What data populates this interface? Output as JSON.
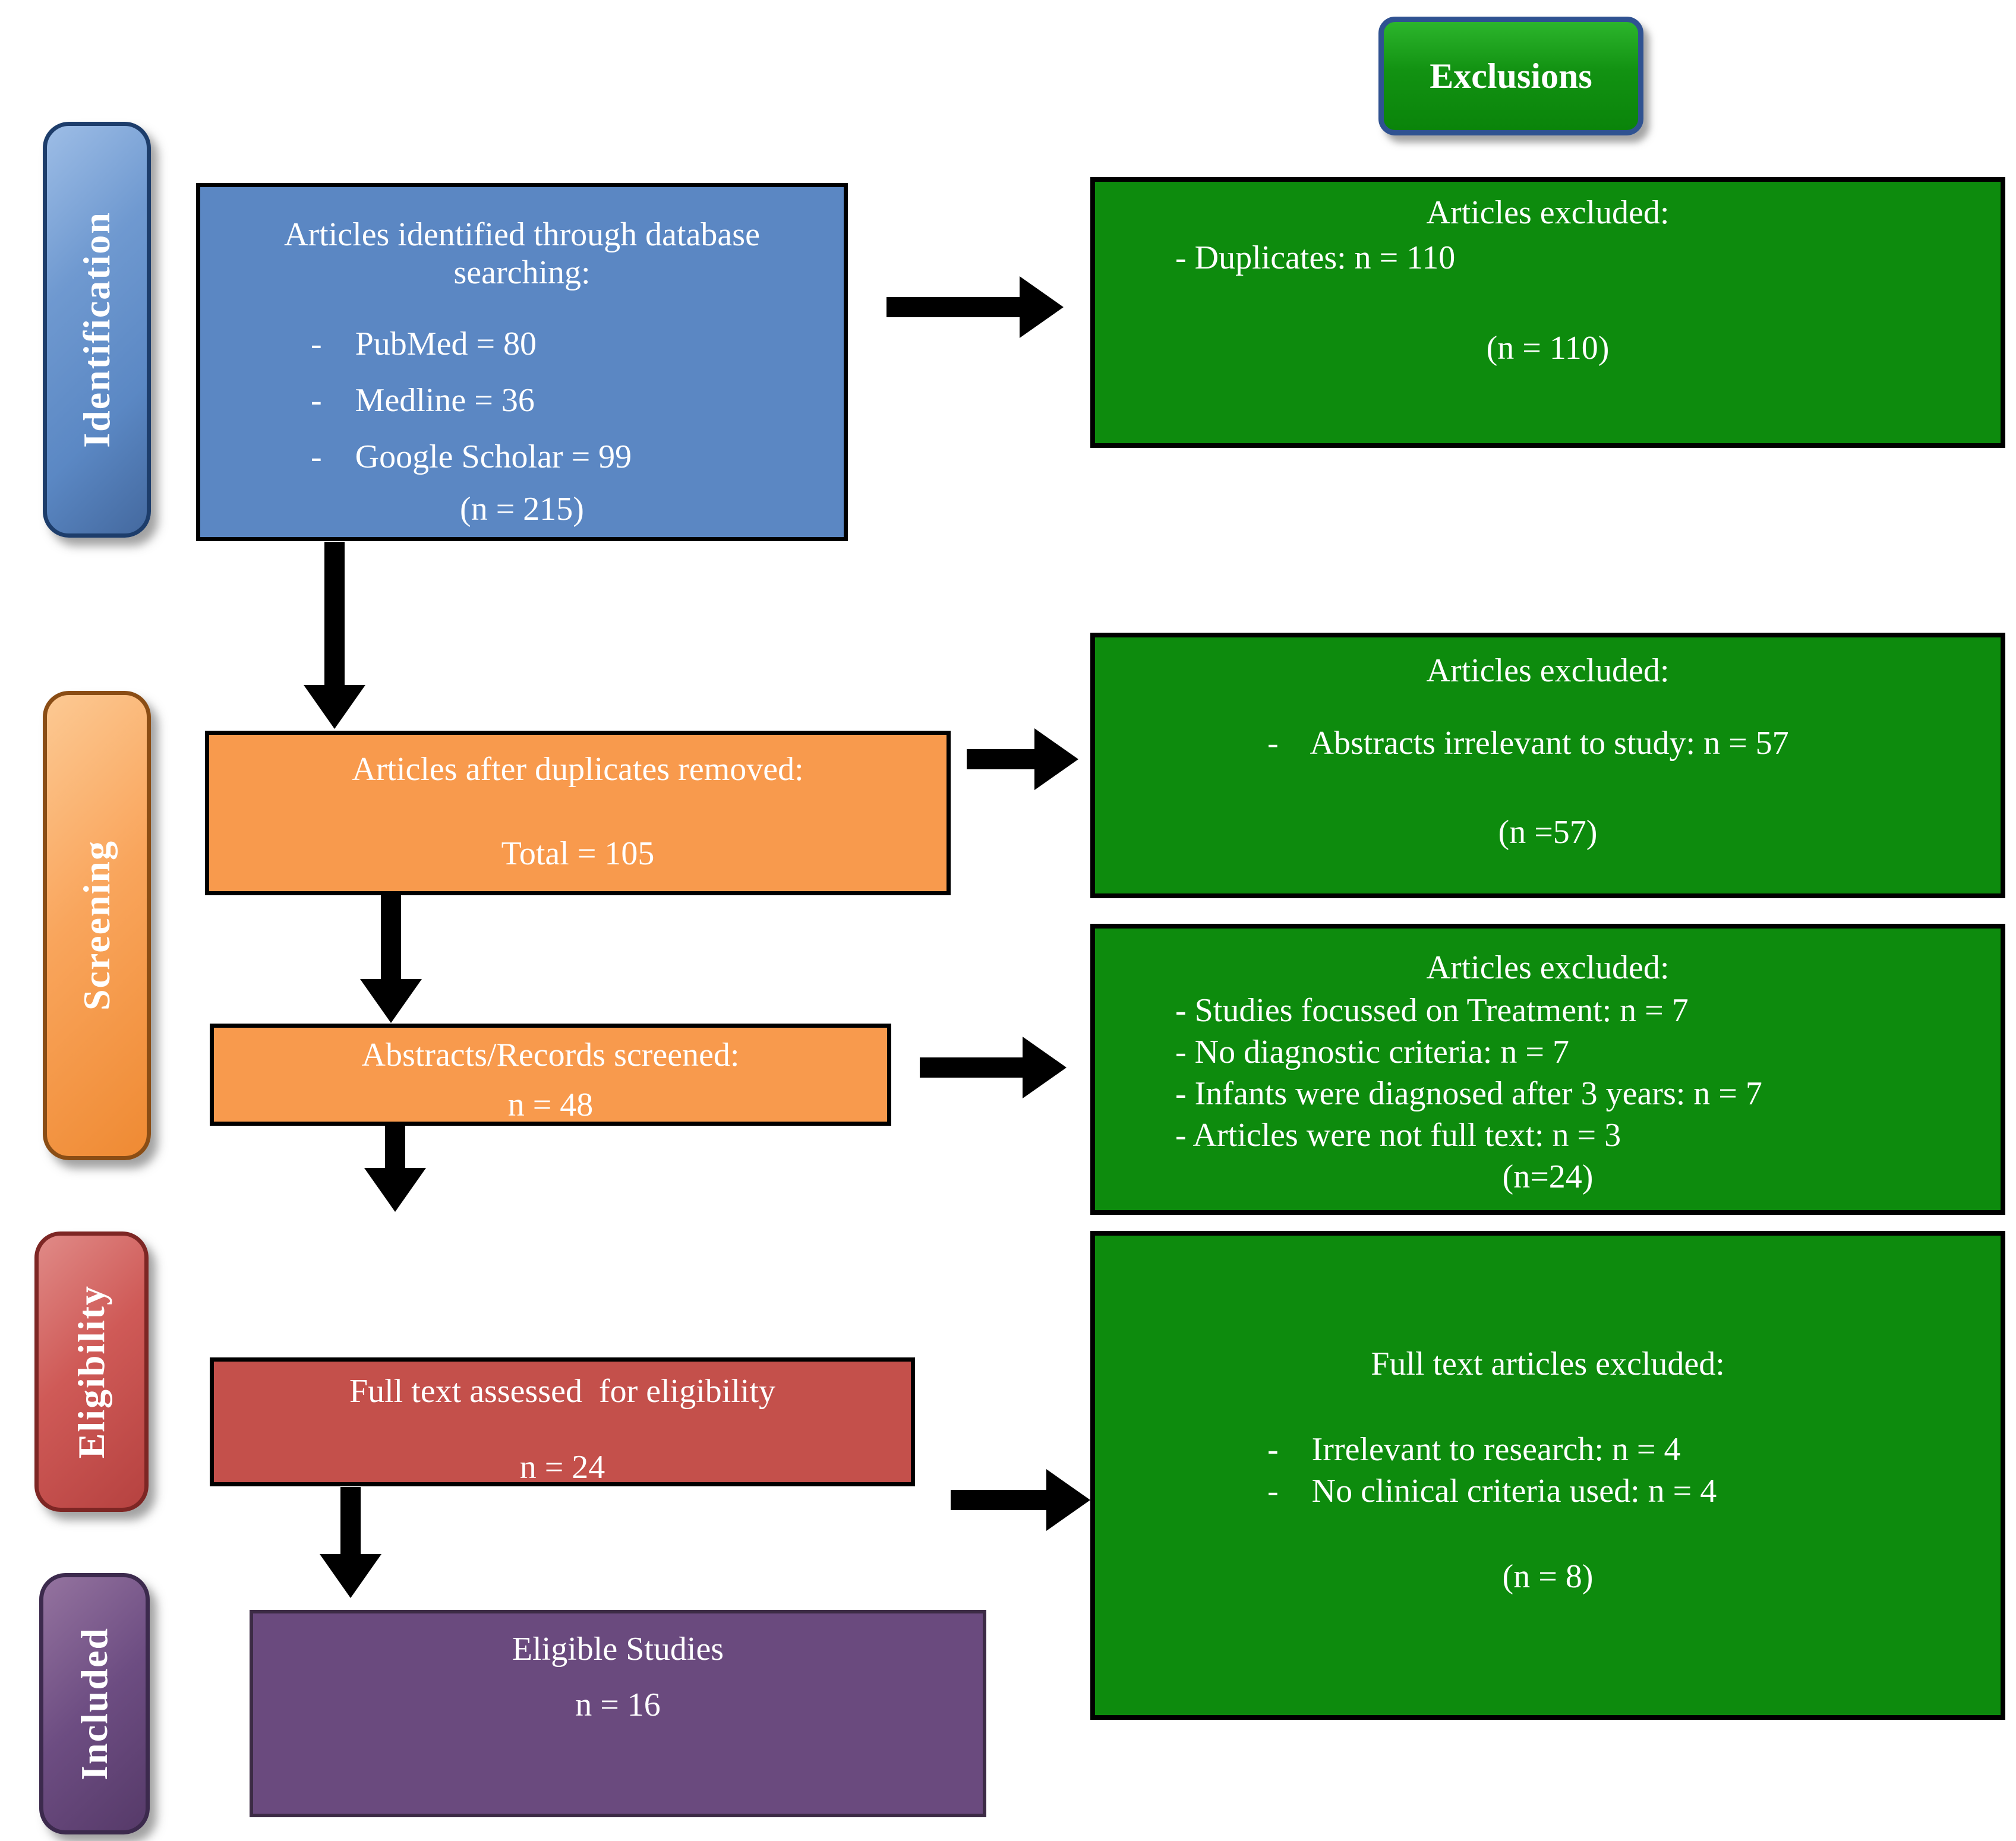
{
  "sidebar": {
    "stages": [
      {
        "label": "Identification",
        "fill": "#5b88c4",
        "border": "#1d3d6b"
      },
      {
        "label": "Screening",
        "fill": "#f9a55c",
        "border": "#8a4d15"
      },
      {
        "label": "Eligibility",
        "fill": "#cf5a57",
        "border": "#7d2624"
      },
      {
        "label": "Included",
        "fill": "#6d4d82",
        "border": "#3c2a4d"
      }
    ]
  },
  "flow": {
    "identification_box": {
      "heading": "Articles identified through database searching:",
      "items": [
        "-    PubMed = 80",
        "-    Medline = 36",
        "-    Google Scholar = 99"
      ],
      "total": "(n = 215)"
    },
    "duplicates_removed_box": {
      "heading": "Articles after duplicates removed:",
      "total": "Total = 105"
    },
    "screened_box": {
      "heading": "Abstracts/Records screened:",
      "total": "n = 48"
    },
    "full_text_box": {
      "heading": "Full text assessed  for eligibility",
      "total": "n = 24"
    },
    "eligible_box": {
      "heading": "Eligible Studies",
      "total": "n = 16"
    }
  },
  "exclusions": {
    "header": "Exclusions",
    "boxes": [
      {
        "heading": "Articles excluded:",
        "items": [
          "- Duplicates: n = 110"
        ],
        "total": "(n = 110)"
      },
      {
        "heading": "Articles excluded:",
        "items": [
          "-    Abstracts irrelevant to study: n = 57"
        ],
        "total": "(n =57)"
      },
      {
        "heading": "Articles excluded:",
        "items": [
          "- Studies focussed on Treatment: n = 7",
          "- No diagnostic criteria: n = 7",
          "- Infants were diagnosed after 3 years: n = 7",
          "- Articles were not full text: n = 3"
        ],
        "total": "(n=24)"
      },
      {
        "heading": "Full text articles excluded:",
        "items": [
          "-    Irrelevant to research: n = 4",
          "-    No clinical criteria used: n = 4"
        ],
        "total": "(n = 8)"
      }
    ]
  },
  "colors": {
    "flow_blue": "#5b87c3",
    "flow_orange": "#f89a4d",
    "flow_red": "#c4504b",
    "flow_purple": "#6a4a7e",
    "exclusion_green": "#0d8b0d",
    "exclusions_button_border": "#2f5291",
    "arrow_black": "#000000",
    "text_white": "#ffffff"
  }
}
